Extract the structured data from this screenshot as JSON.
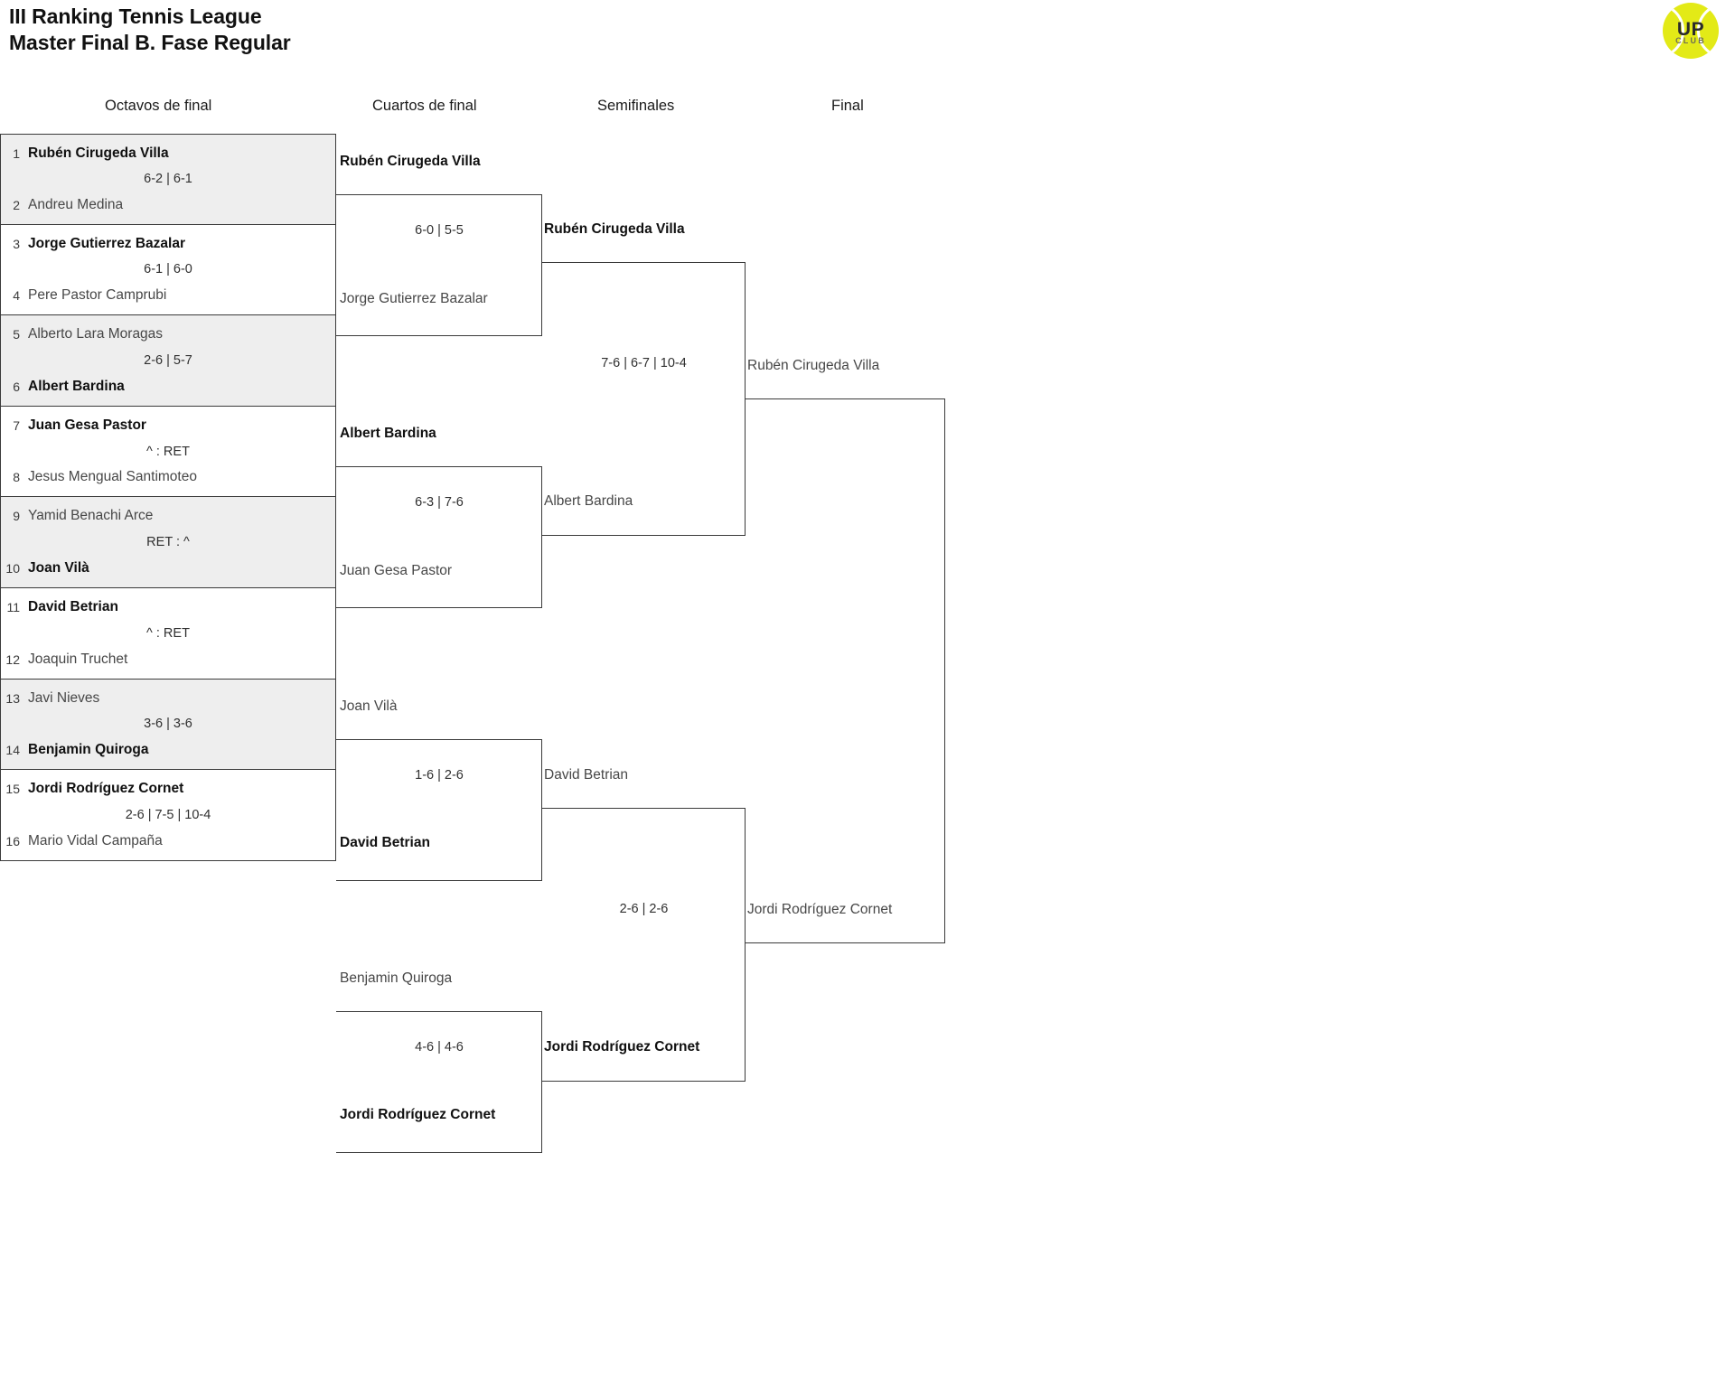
{
  "title": {
    "line1": "III Ranking Tennis League",
    "line2": "Master Final B. Fase Regular"
  },
  "logo": {
    "primary": "UP",
    "secondary": "CLUB",
    "color": "#e3ea17"
  },
  "colors": {
    "winner_text": "#101010",
    "loser_text": "#474747",
    "shaded_row": "#eeeeee",
    "border": "#3a3a3a",
    "brand_yellow": "#e3ea17"
  },
  "rounds": [
    {
      "id": "r16",
      "label": "Octavos de final"
    },
    {
      "id": "qf",
      "label": "Cuartos de final"
    },
    {
      "id": "sf",
      "label": "Semifinales"
    },
    {
      "id": "f",
      "label": "Final"
    }
  ],
  "round_of_16": [
    {
      "shaded": true,
      "score": "6-2 | 6-1",
      "top": {
        "seed": "1",
        "name": "Rubén Cirugeda Villa",
        "winner": true
      },
      "bottom": {
        "seed": "2",
        "name": "Andreu Medina",
        "winner": false
      }
    },
    {
      "shaded": false,
      "score": "6-1 | 6-0",
      "top": {
        "seed": "3",
        "name": "Jorge Gutierrez Bazalar",
        "winner": true
      },
      "bottom": {
        "seed": "4",
        "name": "Pere Pastor Camprubi",
        "winner": false
      }
    },
    {
      "shaded": true,
      "score": "2-6 | 5-7",
      "top": {
        "seed": "5",
        "name": "Alberto Lara Moragas",
        "winner": false
      },
      "bottom": {
        "seed": "6",
        "name": "Albert Bardina",
        "winner": true
      }
    },
    {
      "shaded": false,
      "score": "^ : RET",
      "top": {
        "seed": "7",
        "name": "Juan Gesa Pastor",
        "winner": true
      },
      "bottom": {
        "seed": "8",
        "name": "Jesus Mengual Santimoteo",
        "winner": false
      }
    },
    {
      "shaded": true,
      "score": "RET : ^",
      "top": {
        "seed": "9",
        "name": "Yamid Benachi Arce",
        "winner": false
      },
      "bottom": {
        "seed": "10",
        "name": "Joan Vilà",
        "winner": true
      }
    },
    {
      "shaded": false,
      "score": "^ : RET",
      "top": {
        "seed": "11",
        "name": "David Betrian",
        "winner": true
      },
      "bottom": {
        "seed": "12",
        "name": "Joaquin Truchet",
        "winner": false
      }
    },
    {
      "shaded": true,
      "score": "3-6 | 3-6",
      "top": {
        "seed": "13",
        "name": "Javi Nieves",
        "winner": false
      },
      "bottom": {
        "seed": "14",
        "name": "Benjamin Quiroga",
        "winner": true
      }
    },
    {
      "shaded": false,
      "score": "2-6 | 7-5 | 10-4",
      "top": {
        "seed": "15",
        "name": "Jordi Rodríguez Cornet",
        "winner": true
      },
      "bottom": {
        "seed": "16",
        "name": "Mario Vidal Campaña",
        "winner": false
      }
    }
  ],
  "quarter_finals": [
    {
      "score": "6-0 | 5-5",
      "top": {
        "name": "Rubén Cirugeda Villa",
        "winner": true
      },
      "bottom": {
        "name": "Jorge Gutierrez Bazalar",
        "winner": false
      }
    },
    {
      "score": "6-3 | 7-6",
      "top": {
        "name": "Albert Bardina",
        "winner": true
      },
      "bottom": {
        "name": "Juan Gesa Pastor",
        "winner": false
      }
    },
    {
      "score": "1-6 | 2-6",
      "top": {
        "name": "Joan Vilà",
        "winner": false
      },
      "bottom": {
        "name": "David Betrian",
        "winner": true
      }
    },
    {
      "score": "4-6 | 4-6",
      "top": {
        "name": "Benjamin Quiroga",
        "winner": false
      },
      "bottom": {
        "name": "Jordi Rodríguez Cornet",
        "winner": true
      }
    }
  ],
  "semi_finals": [
    {
      "score": "7-6 | 6-7 | 10-4",
      "top": {
        "name": "Rubén Cirugeda Villa",
        "winner": true
      },
      "bottom": {
        "name": "Albert Bardina",
        "winner": false
      }
    },
    {
      "score": "2-6 | 2-6",
      "top": {
        "name": "David Betrian",
        "winner": false
      },
      "bottom": {
        "name": "Jordi Rodríguez Cornet",
        "winner": true
      }
    }
  ],
  "final": {
    "top": {
      "name": "Rubén Cirugeda Villa",
      "winner": false
    },
    "bottom": {
      "name": "Jordi Rodríguez Cornet",
      "winner": false
    }
  }
}
